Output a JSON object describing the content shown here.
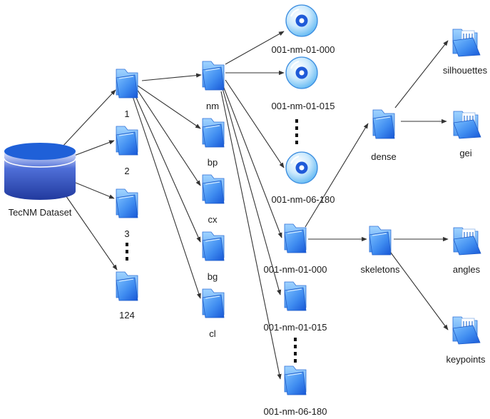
{
  "colors": {
    "folder_light": "#7cc0ff",
    "folder_mid": "#3f8cf0",
    "folder_dark": "#1757d6",
    "db_top": "#1f60d8",
    "db_body": "#213a9e",
    "disc_light": "#cdeafd",
    "disc_mid": "#5cb6f2",
    "disc_core": "#1f5ad8",
    "edge": "#333333"
  },
  "labels": {
    "dataset": "TecNM Dataset",
    "subject_1": "1",
    "subject_2": "2",
    "subject_3": "3",
    "subject_124": "124",
    "cond_nm": "nm",
    "cond_bp": "bp",
    "cond_cx": "cx",
    "cond_bg": "bg",
    "cond_cl": "cl",
    "video_000": "001-nm-01-000",
    "video_015": "001-nm-01-015",
    "video_180": "001-nm-06-180",
    "folder_000": "001-nm-01-000",
    "folder_015": "001-nm-01-015",
    "folder_180": "001-nm-06-180",
    "dense": "dense",
    "skeletons": "skeletons",
    "silhouettes": "silhouettes",
    "gei": "gei",
    "angles": "angles",
    "keypoints": "keypoints"
  },
  "icons": {
    "dataset": "database-icon",
    "folder": "folder-icon",
    "open_folder": "open-folder-icon",
    "video": "disc-icon"
  }
}
